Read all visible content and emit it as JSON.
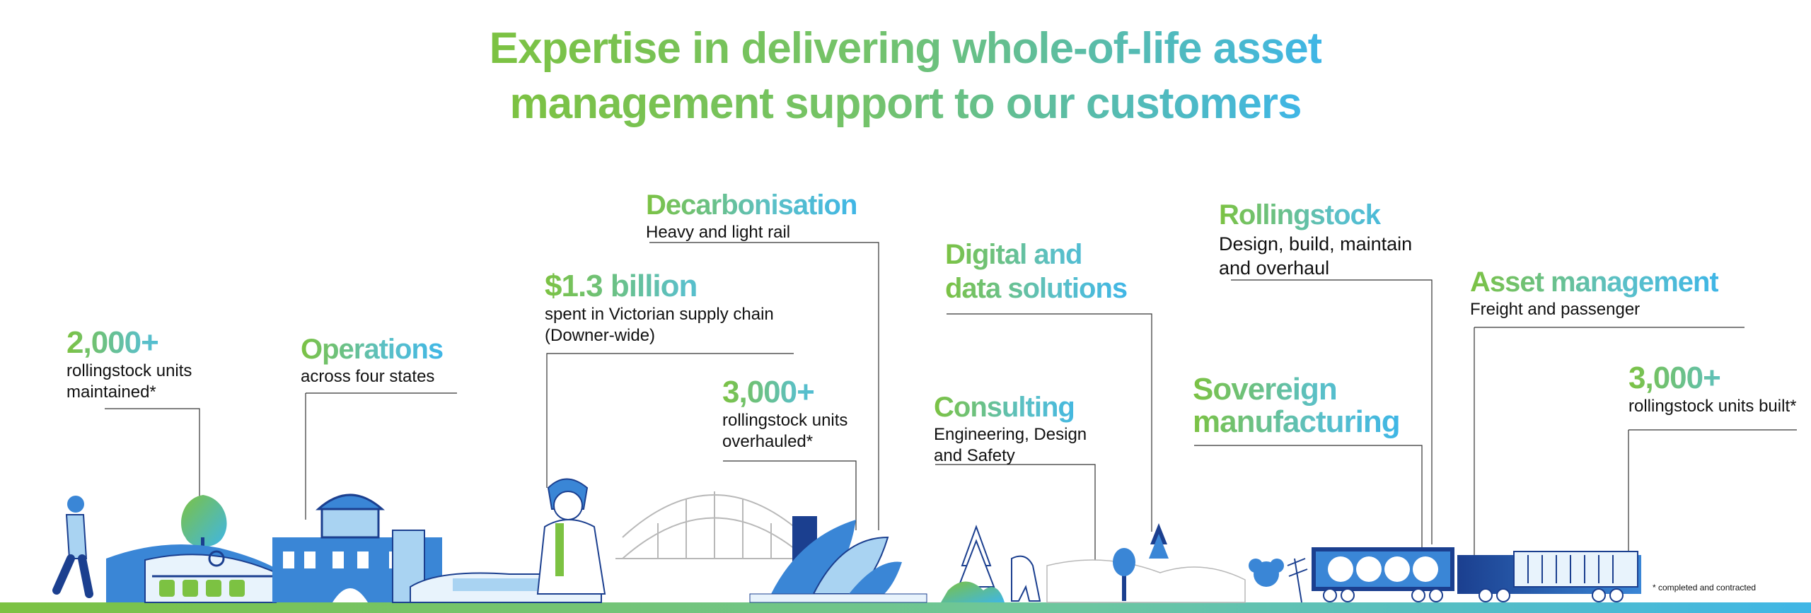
{
  "headline": {
    "line1": "Expertise in delivering whole-of-life asset",
    "line2": "management support to our customers"
  },
  "stats": [
    {
      "id": "rollingstock-maintained",
      "value": "2,000+",
      "desc_line1": "rollingstock units",
      "desc_line2": "maintained*"
    },
    {
      "id": "operations",
      "value": "Operations",
      "desc_line1": "across four states"
    },
    {
      "id": "supply-chain",
      "value": "$1.3 billion",
      "desc_line1": "spent in Victorian supply chain",
      "desc_line2": "(Downer-wide)"
    },
    {
      "id": "decarbonisation",
      "value": "Decarbonisation",
      "desc_line1": "Heavy and light rail"
    },
    {
      "id": "overhauled",
      "value": "3,000+",
      "desc_line1": "rollingstock units",
      "desc_line2": "overhauled*"
    },
    {
      "id": "consulting",
      "value": "Consulting",
      "desc_line1": "Engineering, Design",
      "desc_line2": "and Safety"
    },
    {
      "id": "digital",
      "value_line1": "Digital and",
      "value_line2": "data solutions"
    },
    {
      "id": "sovereign",
      "value_line1": "Sovereign",
      "value_line2": "manufacturing"
    },
    {
      "id": "rollingstock",
      "value": "Rollingstock",
      "desc_line1": "Design, build, maintain",
      "desc_line2": "and overhaul"
    },
    {
      "id": "asset-management",
      "value": "Asset management",
      "desc_line1": "Freight and passenger"
    },
    {
      "id": "units-built",
      "value": "3,000+",
      "desc_line1": "rollingstock units built*"
    }
  ],
  "footnote": "* completed and contracted",
  "colors": {
    "green": "#7cc242",
    "teal": "#5bc0c7",
    "blue": "#3fb6e6",
    "navy": "#1b3f8f",
    "mid_blue": "#3a86d6",
    "light_blue": "#a9d3f2"
  }
}
